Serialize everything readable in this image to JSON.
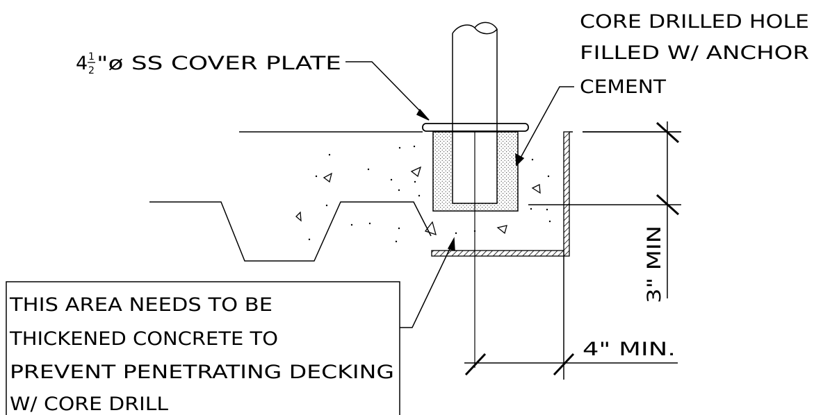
{
  "labels": {
    "cover_plate": {
      "whole": "4",
      "frac_num": "1",
      "frac_den": "2",
      "rest": "\"ø SS COVER PLATE"
    },
    "core_hole": [
      "CORE DRILLED HOLE",
      "FILLED W/ ANCHOR",
      "CEMENT"
    ],
    "note_box": [
      "THIS AREA NEEDS TO BE",
      "THICKENED CONCRETE TO",
      "PREVENT PENETRATING DECKING",
      "W/ CORE DRILL"
    ],
    "dim_vertical": "3\" MIN",
    "dim_horizontal": "4\" MIN."
  }
}
